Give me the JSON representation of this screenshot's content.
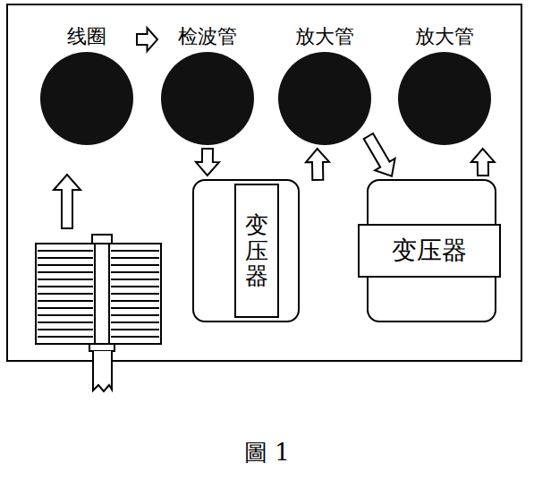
{
  "diagram": {
    "caption": "圖 1",
    "nodes": [
      {
        "text": [
          "线圈"
        ]
      },
      {
        "text": [
          "检波管"
        ]
      },
      {
        "text": [
          "放大管"
        ]
      },
      {
        "text": [
          "放大管"
        ]
      },
      {
        "text": [
          "变压器"
        ]
      },
      {
        "text": [
          "变压器"
        ]
      }
    ],
    "edges": [
      {
        "from": 0,
        "to": 1,
        "arrow": "to"
      },
      {
        "from": 1,
        "to": 4,
        "arrow": "to"
      },
      {
        "from": 4,
        "to": 2,
        "arrow": "to"
      },
      {
        "from": 2,
        "to": 5,
        "arrow": "to"
      },
      {
        "from": 5,
        "to": 3,
        "arrow": "to"
      }
    ]
  }
}
